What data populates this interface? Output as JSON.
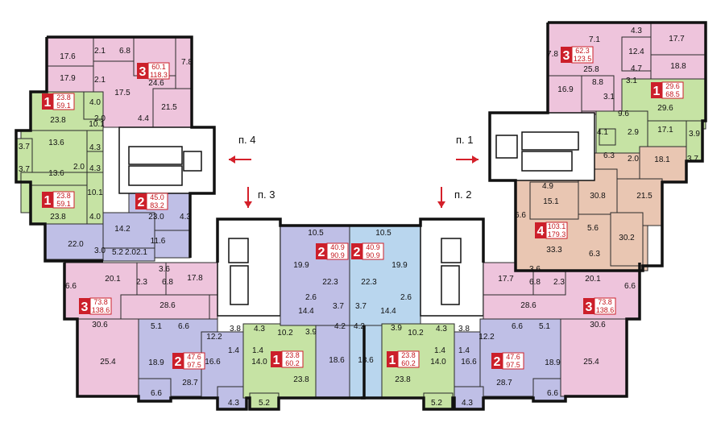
{
  "colors": {
    "one_room": "#c6e3a4",
    "two_room": "#bfbfe6",
    "two_room_center": "#b9d6ee",
    "three_room": "#eec4dc",
    "four_room": "#e9c6b2",
    "tag_red": "#cc1f2a",
    "arrow_red": "#d4202a"
  },
  "sections": [
    {
      "label": "п. 4",
      "arrow": "left"
    },
    {
      "label": "п. 3",
      "arrow": "down"
    },
    {
      "label": "п. 2",
      "arrow": "down"
    },
    {
      "label": "п. 1",
      "arrow": "right"
    }
  ],
  "apartments": [
    {
      "rooms": "3",
      "living": "60.1",
      "total": "118.3"
    },
    {
      "rooms": "1",
      "living": "23.8",
      "total": "59.1"
    },
    {
      "rooms": "1",
      "living": "23.8",
      "total": "59.1"
    },
    {
      "rooms": "2",
      "living": "45.0",
      "total": "83.2"
    },
    {
      "rooms": "3",
      "living": "73.8",
      "total": "138.6"
    },
    {
      "rooms": "2",
      "living": "47.6",
      "total": "97.5"
    },
    {
      "rooms": "1",
      "living": "23.8",
      "total": "60.2"
    },
    {
      "rooms": "2",
      "living": "40.9",
      "total": "90.9"
    },
    {
      "rooms": "2",
      "living": "40.9",
      "total": "90.9"
    },
    {
      "rooms": "1",
      "living": "23.8",
      "total": "60.2"
    },
    {
      "rooms": "2",
      "living": "47.6",
      "total": "97.5"
    },
    {
      "rooms": "3",
      "living": "73.8",
      "total": "138.6"
    },
    {
      "rooms": "3",
      "living": "62.3",
      "total": "123.5"
    },
    {
      "rooms": "1",
      "living": "29.6",
      "total": "68.5"
    },
    {
      "rooms": "4",
      "living": "103.1",
      "total": "179.3"
    }
  ],
  "room_areas": [
    "17.6",
    "6.8",
    "2.1",
    "17.9",
    "2.1",
    "24.6",
    "7.8",
    "17.5",
    "21.5",
    "4.4",
    "2.0",
    "4.0",
    "23.8",
    "10.1",
    "3.7",
    "13.6",
    "4.3",
    "2.0",
    "3.7",
    "13.6",
    "4.3",
    "10.1",
    "23.8",
    "4.0",
    "23.0",
    "4.3",
    "14.2",
    "22.0",
    "11.6",
    "3.0",
    "5.2",
    "2.0",
    "2.1",
    "20.1",
    "2.3",
    "3.6",
    "6.8",
    "17.8",
    "6.6",
    "28.6",
    "30.6",
    "25.4",
    "5.1",
    "6.6",
    "12.2",
    "3.8",
    "4.3",
    "10.2",
    "3.9",
    "1.4",
    "1.4",
    "18.9",
    "16.6",
    "14.0",
    "23.8",
    "18.6",
    "28.7",
    "6.6",
    "4.3",
    "5.2",
    "10.5",
    "19.9",
    "22.3",
    "2.6",
    "14.4",
    "3.7",
    "4.2",
    "10.5",
    "19.9",
    "22.3",
    "2.6",
    "14.4",
    "3.7",
    "4.2",
    "3.9",
    "10.2",
    "4.3",
    "3.8",
    "12.2",
    "6.6",
    "5.1",
    "1.4",
    "1.4",
    "18.6",
    "23.8",
    "14.0",
    "16.6",
    "18.9",
    "28.7",
    "5.2",
    "4.3",
    "6.6",
    "17.7",
    "3.6",
    "6.8",
    "2.3",
    "20.1",
    "6.6",
    "28.6",
    "30.6",
    "25.4",
    "4.3",
    "17.7",
    "7.1",
    "7.8",
    "12.4",
    "18.8",
    "25.8",
    "4.7",
    "16.9",
    "8.8",
    "3.1",
    "3.1",
    "29.6",
    "9.6",
    "2.9",
    "4.1",
    "17.1",
    "3.9",
    "6.3",
    "2.0",
    "18.1",
    "3.7",
    "4.9",
    "15.1",
    "30.8",
    "21.5",
    "6.6",
    "5.6",
    "30.2",
    "33.3",
    "6.3"
  ]
}
